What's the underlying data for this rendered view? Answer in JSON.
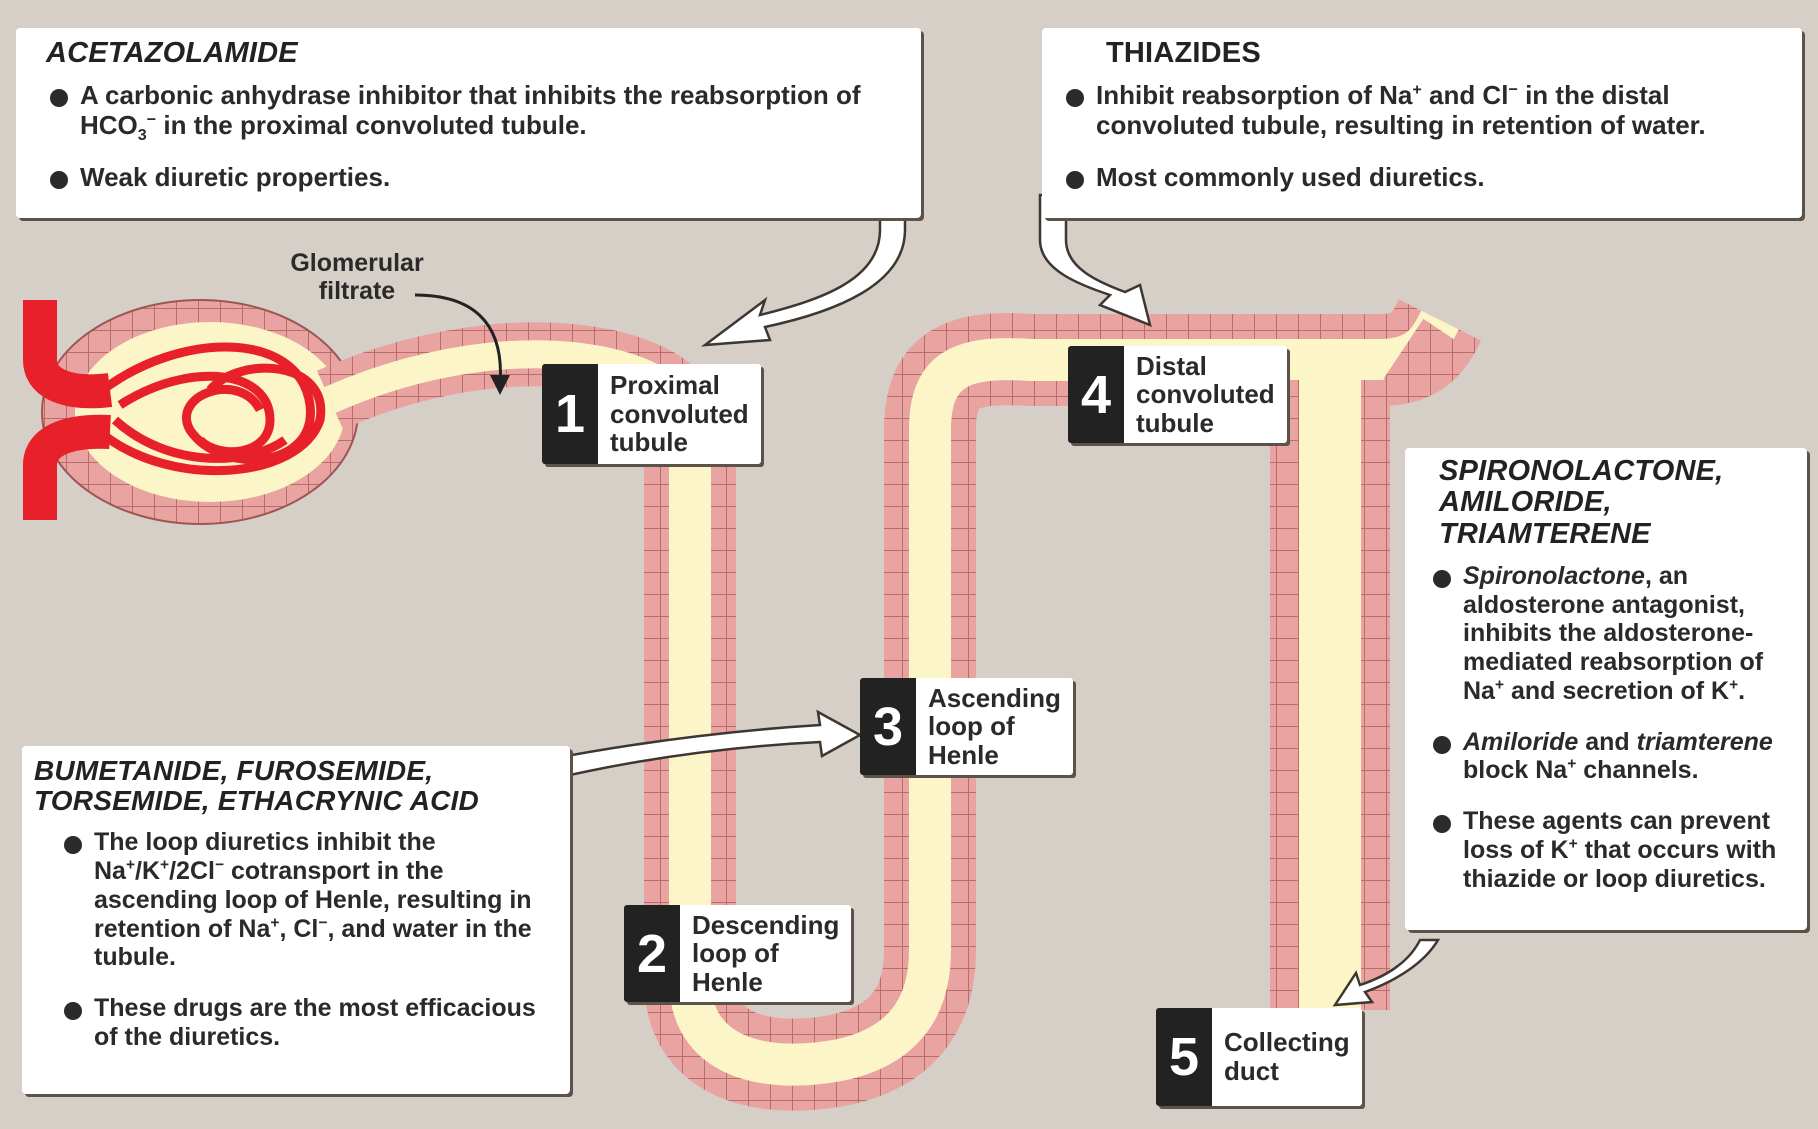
{
  "callouts": {
    "acetazolamide": {
      "title": "ACETAZOLAMIDE",
      "bullet1_a": "A carbonic anhydrase inhibitor that inhibits the reabsorption of HCO",
      "bullet1_sub": "3",
      "bullet1_sup": "−",
      "bullet1_b": " in the proximal convoluted tubule.",
      "bullet2": "Weak diuretic properties."
    },
    "thiazides": {
      "title": "THIAZIDES",
      "bullet1_a": "Inhibit reabsorption of Na",
      "bullet1_sup1": "+",
      "bullet1_b": " and Cl",
      "bullet1_sup2": "−",
      "bullet1_c": " in the distal convoluted tubule, resulting in retention of water.",
      "bullet2": "Most commonly used diuretics."
    },
    "spironolactone": {
      "title": "SPIRONOLACTONE,\nAMILORIDE,\nTRIAMTERENE",
      "bullet1_italic": "Spironolactone",
      "bullet1_a": ", an aldosterone antagonist, inhibits the aldosterone-mediated reabsorption of Na",
      "bullet1_sup1": "+",
      "bullet1_b": " and secretion of K",
      "bullet1_sup2": "+",
      "bullet1_c": ".",
      "bullet2_italic1": "Amiloride",
      "bullet2_mid": " and ",
      "bullet2_italic2": "triamterene",
      "bullet2_rest": " block Na",
      "bullet2_sup": "+",
      "bullet2_end": " channels.",
      "bullet3_a": "These agents can prevent loss of K",
      "bullet3_sup": "+",
      "bullet3_b": " that occurs with thiazide or loop diuretics."
    },
    "loop": {
      "title": "BUMETANIDE, FUROSEMIDE,\nTORSEMIDE, ETHACRYNIC ACID",
      "bullet1_a": "The loop diuretics inhibit the Na",
      "bullet1_sup1": "+",
      "bullet1_b": "/K",
      "bullet1_sup2": "+",
      "bullet1_c": "/2Cl",
      "bullet1_sup3": "−",
      "bullet1_d": "  cotransport in the ascending loop of Henle, resulting in retention of Na",
      "bullet1_sup4": "+",
      "bullet1_e": ", Cl",
      "bullet1_sup5": "−",
      "bullet1_f": ", and water in the tubule.",
      "bullet2": "These drugs are the most efficacious of the diuretics."
    }
  },
  "labels": {
    "glomerular": "Glomerular\nfiltrate",
    "seg1": {
      "num": "1",
      "text": "Proximal\nconvoluted\ntubule"
    },
    "seg2": {
      "num": "2",
      "text": "Descending\nloop of\nHenle"
    },
    "seg3": {
      "num": "3",
      "text": "Ascending\nloop of\nHenle"
    },
    "seg4": {
      "num": "4",
      "text": "Distal\nconvoluted\ntubule"
    },
    "seg5": {
      "num": "5",
      "text": "Collecting\nduct"
    }
  },
  "colors": {
    "tubule_wall": "#e9a3a1",
    "tubule_lumen": "#fbf5c8",
    "capillary": "#e8202a",
    "background": "#d6cfc7"
  }
}
